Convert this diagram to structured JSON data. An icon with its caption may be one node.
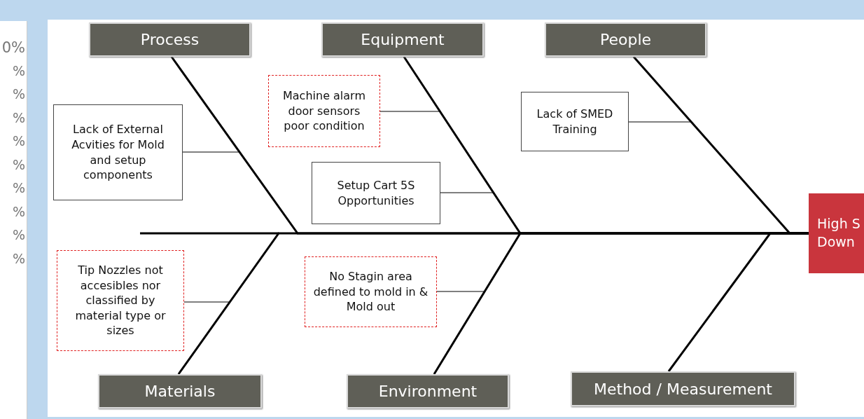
{
  "diagram": {
    "nodes": [
      {
        "text": [
          "Process"
        ]
      },
      {
        "text": [
          "Equipment"
        ]
      },
      {
        "text": [
          "People"
        ]
      },
      {
        "text": [
          "Lack of External Acvities for Mold and setup components"
        ]
      },
      {
        "text": [
          "Machine alarm door sensors poor condition"
        ]
      },
      {
        "text": [
          "Lack of SMED Training"
        ]
      },
      {
        "text": [
          "Setup Cart 5S Opportunities"
        ]
      },
      {
        "text": [
          "High S Down"
        ]
      },
      {
        "text": [
          "Tip Nozzles not accesibles nor classified by material type or sizes"
        ]
      },
      {
        "text": [
          "No Stagin area defined to mold in & Mold out"
        ]
      },
      {
        "text": [
          "Materials"
        ]
      },
      {
        "text": [
          "Environment"
        ]
      },
      {
        "text": [
          "Method / Measurement"
        ]
      }
    ],
    "edges": [
      {
        "from": 0,
        "to": 7,
        "arrow": "none",
        "style": "thick"
      },
      {
        "from": 1,
        "to": 7,
        "arrow": "none",
        "style": "thick"
      },
      {
        "from": 2,
        "to": 7,
        "arrow": "none",
        "style": "thick"
      },
      {
        "from": 10,
        "to": 7,
        "arrow": "none",
        "style": "thick"
      },
      {
        "from": 11,
        "to": 7,
        "arrow": "none",
        "style": "thick"
      },
      {
        "from": 12,
        "to": 7,
        "arrow": "none",
        "style": "thick"
      },
      {
        "from": 3,
        "to": 0,
        "arrow": "none"
      },
      {
        "from": 4,
        "to": 1,
        "arrow": "none"
      },
      {
        "from": 5,
        "to": 2,
        "arrow": "none"
      },
      {
        "from": 6,
        "to": 1,
        "arrow": "none"
      },
      {
        "from": 8,
        "to": 10,
        "arrow": "none"
      },
      {
        "from": 9,
        "to": 11,
        "arrow": "none"
      }
    ],
    "labels": [
      "0%",
      "%",
      "%",
      "%",
      "%",
      "%",
      "%",
      "%",
      "%",
      "%"
    ]
  }
}
